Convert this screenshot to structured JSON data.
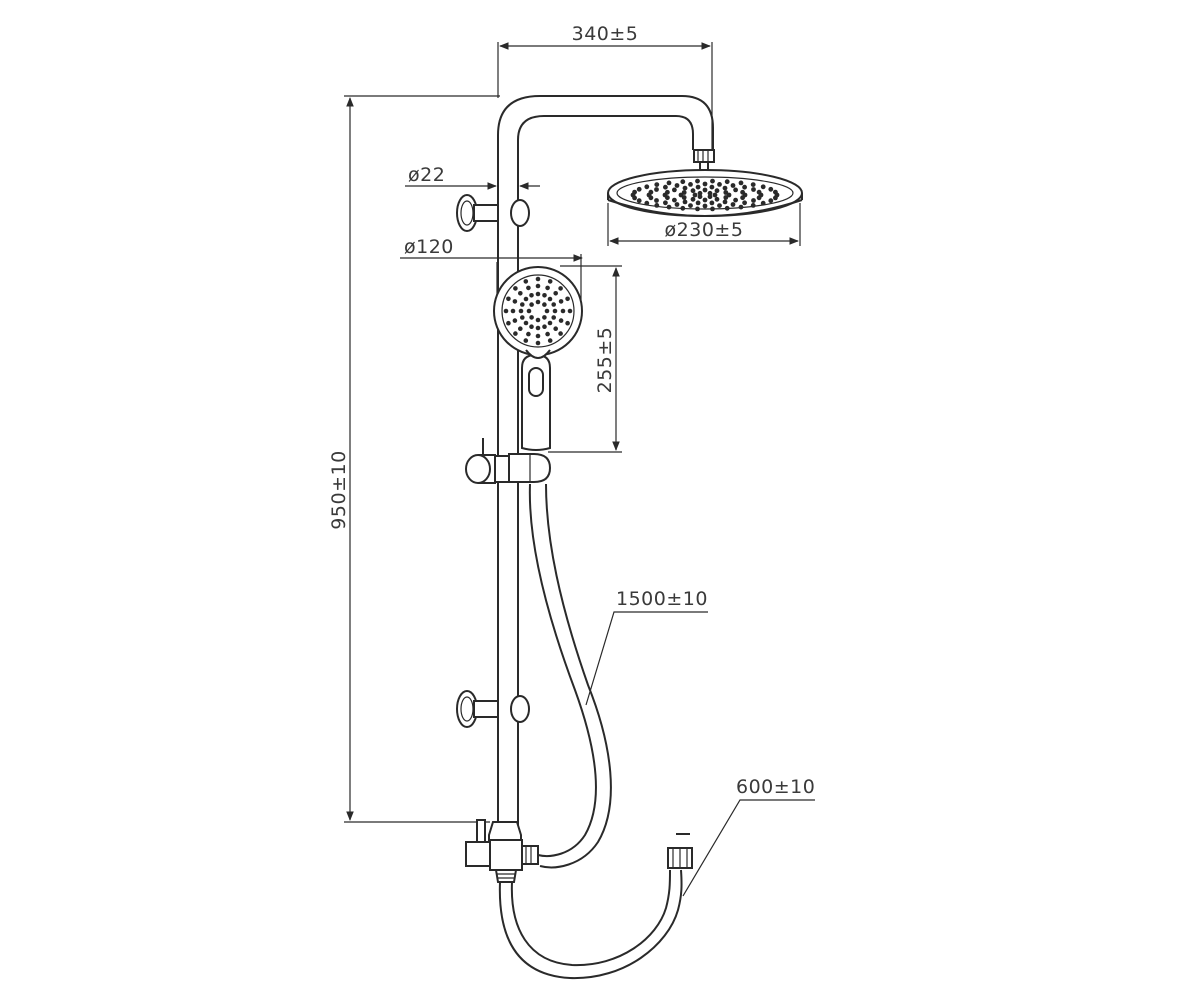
{
  "dimensions": {
    "top_width": "340±5",
    "rail_diameter": "ø22",
    "head_diameter": "ø230±5",
    "hand_shower_diameter": "ø120",
    "hand_shower_length": "255±5",
    "total_height": "950±10",
    "hose_long": "1500±10",
    "hose_short": "600±10"
  },
  "colors": {
    "line": "#2a2a2a",
    "text": "#3a3a3a",
    "background": "#ffffff"
  }
}
